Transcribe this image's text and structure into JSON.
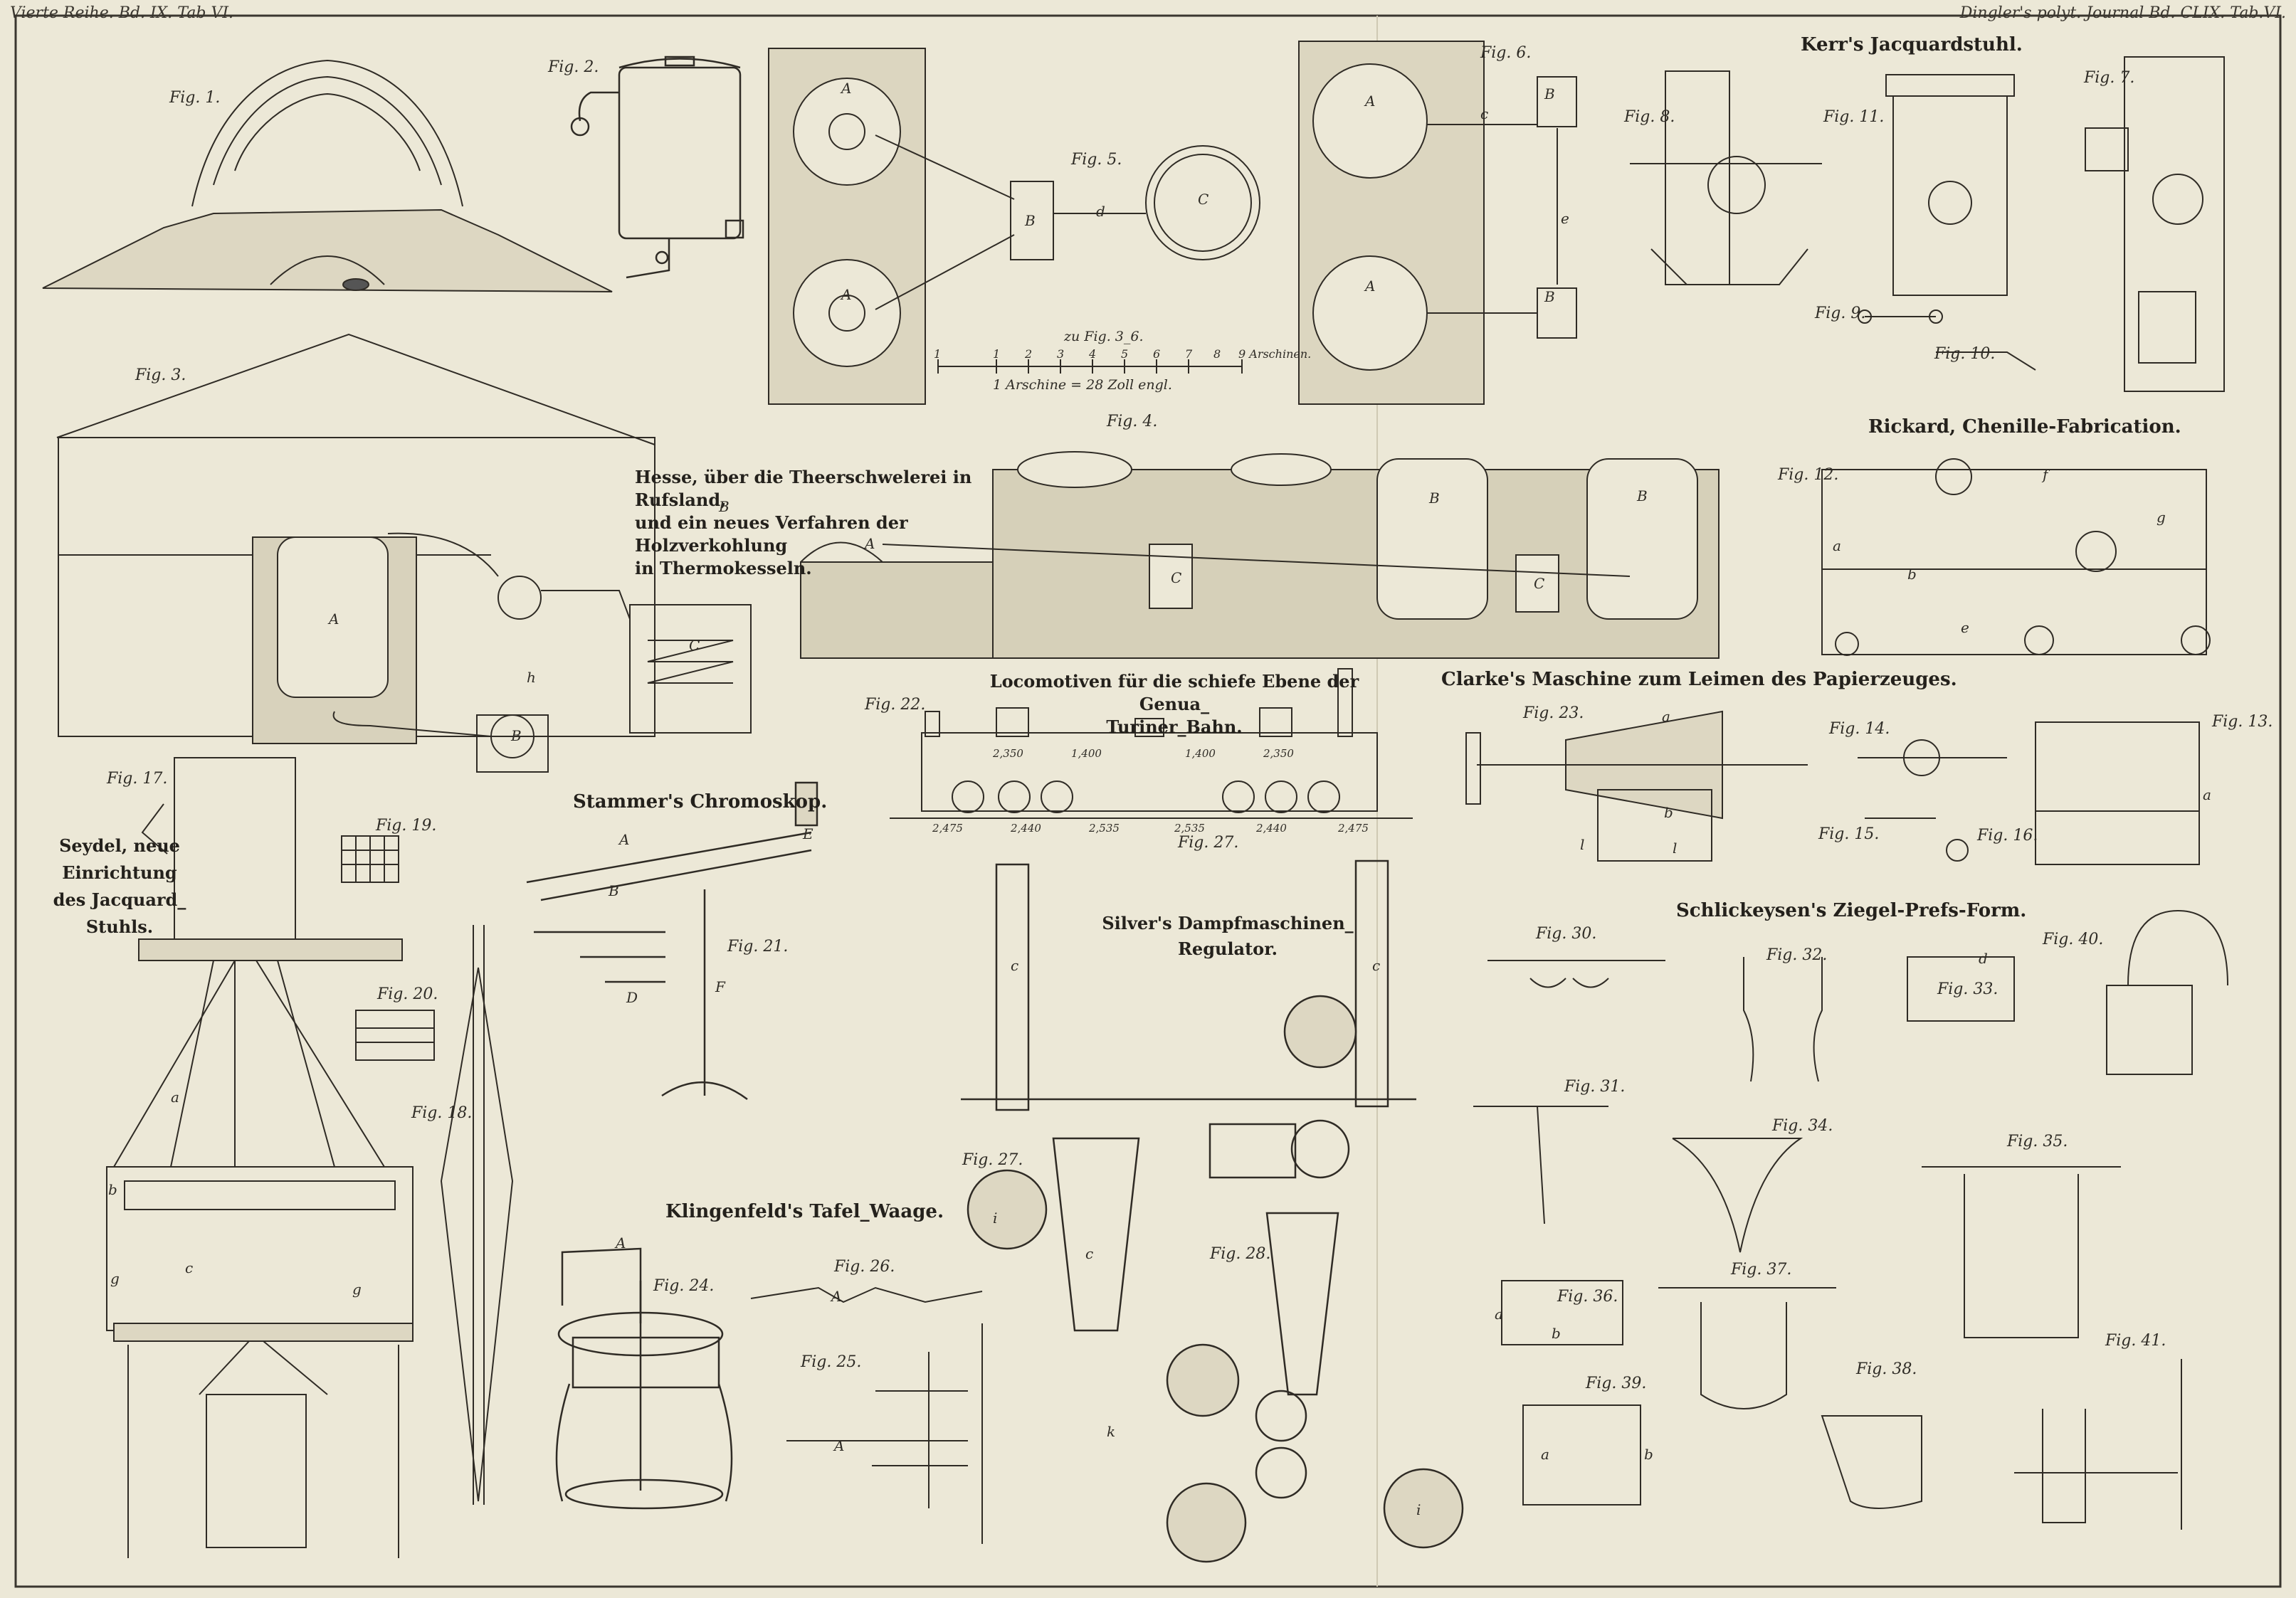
{
  "header": {
    "left": "Vierte Reihe. Bd. IX. Tab VI.",
    "right": "Dingler's polyt. Journal Bd. CLIX. Tab.VI."
  },
  "titles": {
    "hesse": [
      "Hesse, über die Theerschwelerei in Rufsland,",
      "und ein neues Verfahren der Holzverkohlung",
      "in Thermokesseln."
    ],
    "kerr": "Kerr's Jacquardstuhl.",
    "rickard": "Rickard, Chenille-Fabrication.",
    "locomotive": [
      "Locomotiven für die schiefe Ebene der  Genua_",
      "Turiner_Bahn."
    ],
    "clarke": "Clarke's Maschine zum Leimen des Papierzeuges.",
    "stammer": "Stammer's Chromoskop.",
    "seydel": [
      "Seydel, neue",
      "Einrichtung",
      "des Jacquard_",
      "Stuhls."
    ],
    "silver": [
      "Silver's Dampfmaschinen_",
      "Regulator."
    ],
    "schlickeysen": "Schlickeysen's Ziegel-Prefs-Form.",
    "klingenfeld": "Klingenfeld's Tafel_Waage."
  },
  "scale": {
    "caption": "zu Fig. 3_6.",
    "ticks": [
      "1",
      "1",
      "2",
      "3",
      "4",
      "5",
      "6",
      "7",
      "8",
      "9 Arschinen."
    ],
    "note": "1 Arschine = 28 Zoll engl."
  },
  "figures": {
    "f1": "Fig. 1.",
    "f2": "Fig. 2.",
    "f3": "Fig. 3.",
    "f4": "Fig. 4.",
    "f5": "Fig. 5.",
    "f6": "Fig. 6.",
    "f7": "Fig. 7.",
    "f8": "Fig. 8.",
    "f9": "Fig. 9.",
    "f10": "Fig. 10.",
    "f11": "Fig. 11.",
    "f12": "Fig. 12.",
    "f13": "Fig. 13.",
    "f14": "Fig. 14.",
    "f15": "Fig. 15.",
    "f16": "Fig. 16.",
    "f17": "Fig. 17.",
    "f18": "Fig. 18.",
    "f19": "Fig. 19.",
    "f20": "Fig. 20.",
    "f21": "Fig. 21.",
    "f22": "Fig. 22.",
    "f23": "Fig. 23.",
    "f24": "Fig. 24.",
    "f25": "Fig. 25.",
    "f26": "Fig. 26.",
    "f27": "Fig. 27.",
    "f28": "Fig. 28.",
    "f30": "Fig. 30.",
    "f31": "Fig. 31.",
    "f32": "Fig. 32.",
    "f33": "Fig. 33.",
    "f34": "Fig. 34.",
    "f35": "Fig. 35.",
    "f36": "Fig. 36.",
    "f37": "Fig. 37.",
    "f38": "Fig. 38.",
    "f39": "Fig. 39.",
    "f40": "Fig. 40.",
    "f41": "Fig. 41."
  },
  "loco_dims": [
    "2,350",
    "1,400",
    "1,400",
    "2,350",
    "2,475",
    "2,535",
    "2,535",
    "2,475",
    "2,440",
    "2,440"
  ],
  "letters": {
    "A": "A",
    "B": "B",
    "C": "C",
    "D": "D",
    "E": "E",
    "F": "F",
    "a": "a",
    "b": "b",
    "c": "c",
    "d": "d",
    "e": "e",
    "f": "f",
    "g": "g",
    "h": "h",
    "i": "i",
    "k": "k",
    "l": "l"
  }
}
